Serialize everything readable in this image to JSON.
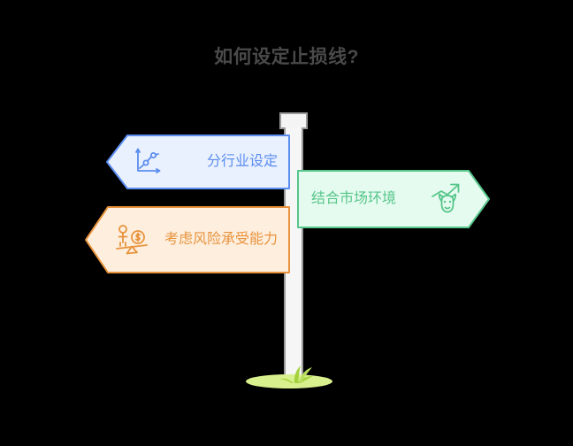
{
  "page": {
    "title": "如何设定止损线?",
    "background_color": "#000000",
    "title_color": "#4a4a4a"
  },
  "signpost": {
    "post_color": "#f6f6f6",
    "post_border_color": "#9a9a9a",
    "ground_color": "#d4ee90",
    "grass_color": "#a4d23c"
  },
  "signs": [
    {
      "id": "blue",
      "label": "分行业设定",
      "direction": "left",
      "icon": "line-chart-icon",
      "fill": "#eaf1fe",
      "stroke": "#5b8def",
      "text_color": "#5b8def"
    },
    {
      "id": "orange",
      "label": "考虑风险承受能力",
      "direction": "left",
      "icon": "risk-balance-scale-icon",
      "fill": "#fdeede",
      "stroke": "#e8933c",
      "text_color": "#e8933c"
    },
    {
      "id": "green",
      "label": "结合市场环境",
      "direction": "right",
      "icon": "bull-market-trend-icon",
      "fill": "#e6fbef",
      "stroke": "#56c68b",
      "text_color": "#56c68b"
    }
  ]
}
